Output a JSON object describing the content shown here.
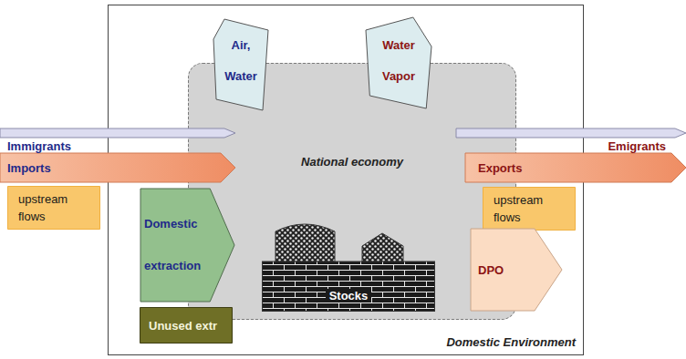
{
  "diagram": {
    "nodes": [
      {
        "text": [
          "Domestic Environment"
        ]
      },
      {
        "text": [
          "National economy"
        ],
        "in": 0
      },
      {
        "text": [
          "Air, Water"
        ],
        "in": 0
      },
      {
        "text": [
          "Water Vapor"
        ],
        "in": 0
      },
      {
        "text": [
          "Immigrants"
        ]
      },
      {
        "text": [
          "Emigrants"
        ]
      },
      {
        "text": [
          "Imports"
        ]
      },
      {
        "text": [
          "Exports"
        ]
      },
      {
        "text": [
          "upstream flows"
        ]
      },
      {
        "text": [
          "upstream flows"
        ],
        "in": 0
      },
      {
        "text": [
          "Domestic extraction"
        ],
        "in": 0
      },
      {
        "text": [
          "Stocks"
        ],
        "in": 1
      },
      {
        "text": [
          "DPO"
        ],
        "in": 0
      },
      {
        "text": [
          "Unused extr"
        ],
        "in": 0
      }
    ]
  }
}
